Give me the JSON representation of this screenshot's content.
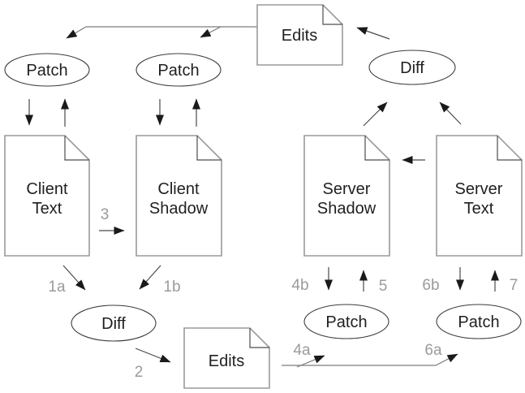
{
  "diagram": {
    "name": "differential-synchronization-flow"
  },
  "nodes": {
    "edits_top": {
      "label": "Edits",
      "type": "document"
    },
    "edits_bottom": {
      "label": "Edits",
      "type": "document"
    },
    "patch_client_text": {
      "label": "Patch",
      "type": "process"
    },
    "patch_client_shadow": {
      "label": "Patch",
      "type": "process"
    },
    "diff_server": {
      "label": "Diff",
      "type": "process"
    },
    "diff_client": {
      "label": "Diff",
      "type": "process"
    },
    "patch_server_shadow": {
      "label": "Patch",
      "type": "process"
    },
    "patch_server_text": {
      "label": "Patch",
      "type": "process"
    },
    "client_text": {
      "line1": "Client",
      "line2": "Text",
      "type": "document"
    },
    "client_shadow": {
      "line1": "Client",
      "line2": "Shadow",
      "type": "document"
    },
    "server_shadow": {
      "line1": "Server",
      "line2": "Shadow",
      "type": "document"
    },
    "server_text": {
      "line1": "Server",
      "line2": "Text",
      "type": "document"
    }
  },
  "steps": {
    "s1a": "1a",
    "s1b": "1b",
    "s2": "2",
    "s3": "3",
    "s4a": "4a",
    "s4b": "4b",
    "s5": "5",
    "s6a": "6a",
    "s6b": "6b",
    "s7": "7"
  },
  "colors": {
    "background": "#ffffff",
    "document_border": "#9a9a9a",
    "ellipse_border": "#3d3d3d",
    "label_text": "#1f1f1f",
    "step_text": "#9b9b9b",
    "arrow_shaft": "#4a4a4a",
    "arrowhead": "#1a1a1a"
  }
}
